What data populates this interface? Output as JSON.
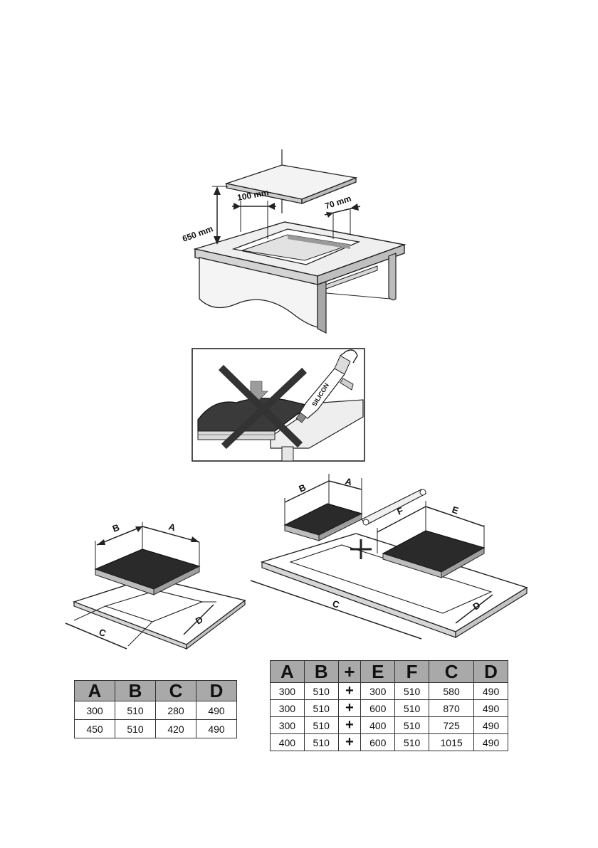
{
  "figure1": {
    "height_label": "650 mm",
    "rear_gap_label": "100 mm",
    "side_gap_label": "70 mm"
  },
  "figure2": {
    "tube_label": "SILICON"
  },
  "figure3": {
    "labels": {
      "a": "A",
      "b": "B",
      "c": "C",
      "d": "D"
    }
  },
  "figure4": {
    "labels": {
      "a": "A",
      "b": "B",
      "c": "C",
      "d": "D",
      "e": "E",
      "f": "F"
    }
  },
  "table1": {
    "headers": [
      "A",
      "B",
      "C",
      "D"
    ],
    "rows": [
      [
        "300",
        "510",
        "280",
        "490"
      ],
      [
        "450",
        "510",
        "420",
        "490"
      ]
    ]
  },
  "table2": {
    "headers": [
      "A",
      "B",
      "+",
      "E",
      "F",
      "C",
      "D"
    ],
    "rows": [
      [
        "300",
        "510",
        "+",
        "300",
        "510",
        "580",
        "490"
      ],
      [
        "300",
        "510",
        "+",
        "600",
        "510",
        "870",
        "490"
      ],
      [
        "300",
        "510",
        "+",
        "400",
        "510",
        "725",
        "490"
      ],
      [
        "400",
        "510",
        "+",
        "600",
        "510",
        "1015",
        "490"
      ]
    ]
  }
}
